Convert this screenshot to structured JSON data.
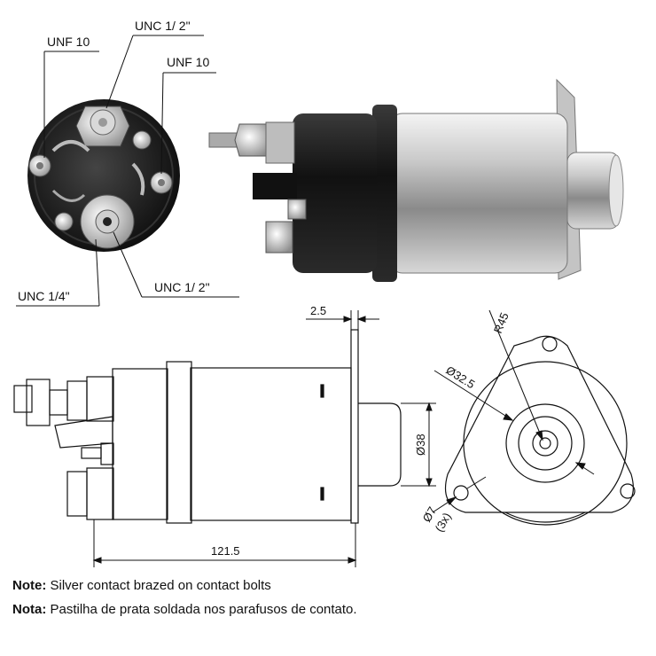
{
  "callouts": {
    "unf10_left": "UNF 10",
    "unc12_top": "UNC 1/ 2\"",
    "unf10_right": "UNF 10",
    "unc14": "UNC 1/4\"",
    "unc12_bottom": "UNC 1/ 2\""
  },
  "dimensions": {
    "flange": "2.5",
    "plunger_dia": "Ø38",
    "length": "121.5",
    "radius": "R45",
    "bore_dia": "Ø32.5",
    "hole_dia": "Ø7",
    "hole_count": "(3x)"
  },
  "notes": {
    "en_label": "Note:",
    "en_text": "Silver contact brazed on contact bolts",
    "pt_label": "Nota:",
    "pt_text": "Pastilha de prata soldada nos parafusos de contato."
  },
  "colors": {
    "line": "#111111",
    "body_dark": "#1a1a1a",
    "metal": "#b9b9b9"
  }
}
